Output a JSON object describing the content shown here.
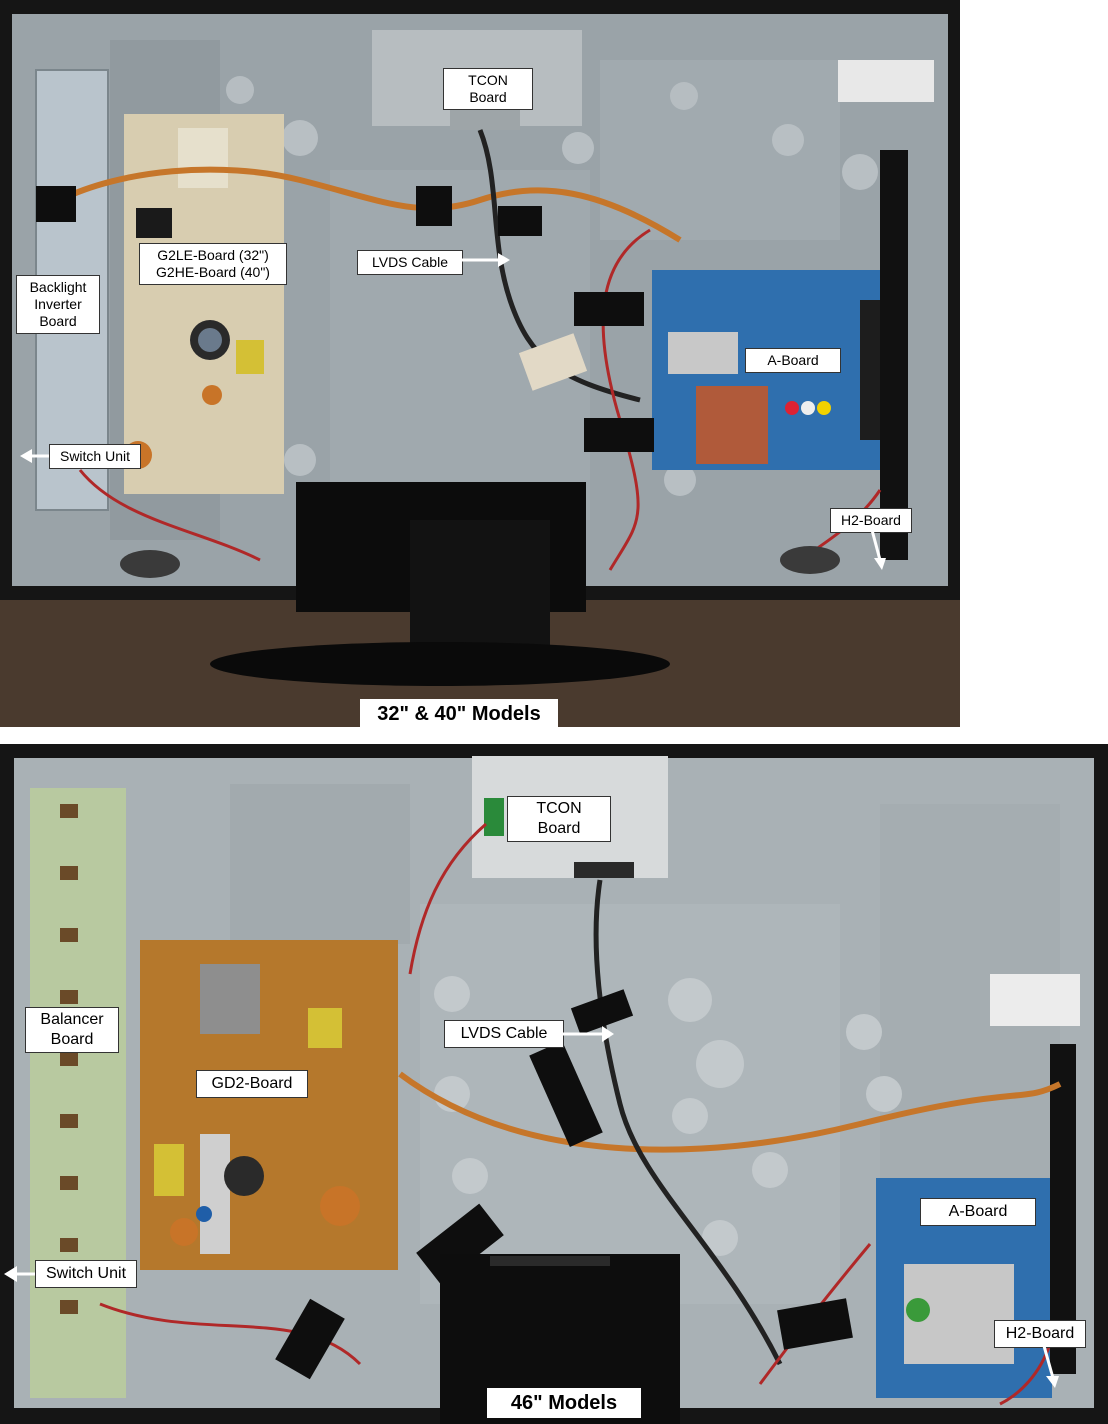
{
  "top_panel": {
    "caption": "32\" & 40\" Models",
    "labels": {
      "tcon_line1": "TCON",
      "tcon_line2": "Board",
      "power_line1": "G2LE-Board (32\")",
      "power_line2": "G2HE-Board (40\")",
      "lvds": "LVDS Cable",
      "backlight_line1": "Backlight",
      "backlight_line2": "Inverter",
      "backlight_line3": "Board",
      "a_board": "A-Board",
      "switch_unit": "Switch Unit",
      "h2_board": "H2-Board"
    }
  },
  "bottom_panel": {
    "caption": "46\" Models",
    "labels": {
      "tcon_line1": "TCON",
      "tcon_line2": "Board",
      "balancer_line1": "Balancer",
      "balancer_line2": "Board",
      "lvds": "LVDS Cable",
      "power": "GD2-Board",
      "a_board": "A-Board",
      "switch_unit": "Switch Unit",
      "h2_board": "H2-Board"
    }
  },
  "colors": {
    "chassis": "#9aa3a8",
    "frame": "#151515",
    "power_board_top": "#d8cdb0",
    "power_board_bottom": "#b5782c",
    "a_board": "#2f6fae",
    "balancer": "#b8c9a0",
    "floor": "#4a3a2e"
  }
}
